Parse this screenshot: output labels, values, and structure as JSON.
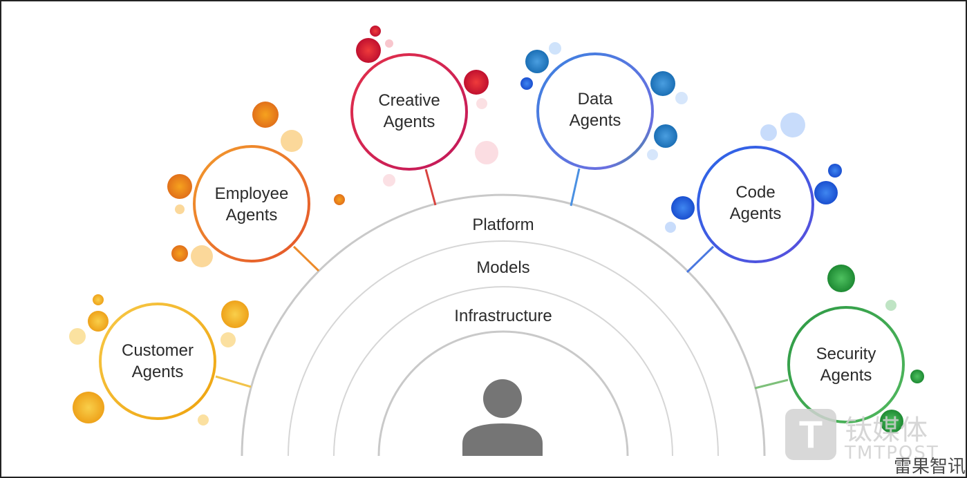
{
  "layers": [
    {
      "label": "Platform"
    },
    {
      "label": "Models"
    },
    {
      "label": "Infrastructure"
    }
  ],
  "center_icon": "person-icon",
  "agents": [
    {
      "id": "customer",
      "lines": [
        "Customer",
        "Agents"
      ],
      "color": "#f2b01e"
    },
    {
      "id": "employee",
      "lines": [
        "Employee",
        "Agents"
      ],
      "color": "#ec7a22"
    },
    {
      "id": "creative",
      "lines": [
        "Creative",
        "Agents"
      ],
      "color": "#d7263d"
    },
    {
      "id": "data",
      "lines": [
        "Data",
        "Agents"
      ],
      "color": "#4a7fe0"
    },
    {
      "id": "code",
      "lines": [
        "Code",
        "Agents"
      ],
      "color": "#3a64dd"
    },
    {
      "id": "security",
      "lines": [
        "Security",
        "Agents"
      ],
      "color": "#34a853"
    }
  ],
  "watermark": {
    "logo_letter": "T",
    "cn": "钛媒体",
    "en": "TMTPOST",
    "corner": "雷果智讯"
  }
}
